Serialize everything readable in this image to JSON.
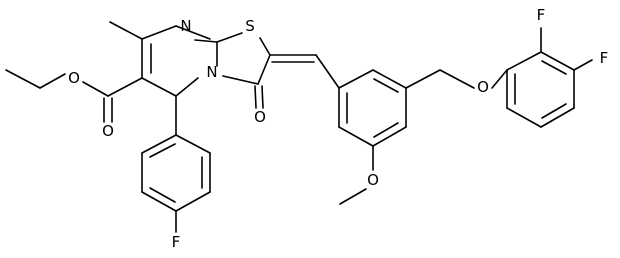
{
  "molecule": {
    "atoms": {
      "S1": "S",
      "N1": "N",
      "N2": "N",
      "O_carbonyl": "O",
      "O_ester_single": "O",
      "O_ester_double": "O",
      "O_methoxy": "O",
      "O_ether": "O",
      "F_phenyl": "F",
      "F_ortho": "F",
      "F_para": "F"
    }
  },
  "colors": {
    "bond": "#000000",
    "label": "#000000",
    "background": "#ffffff"
  }
}
